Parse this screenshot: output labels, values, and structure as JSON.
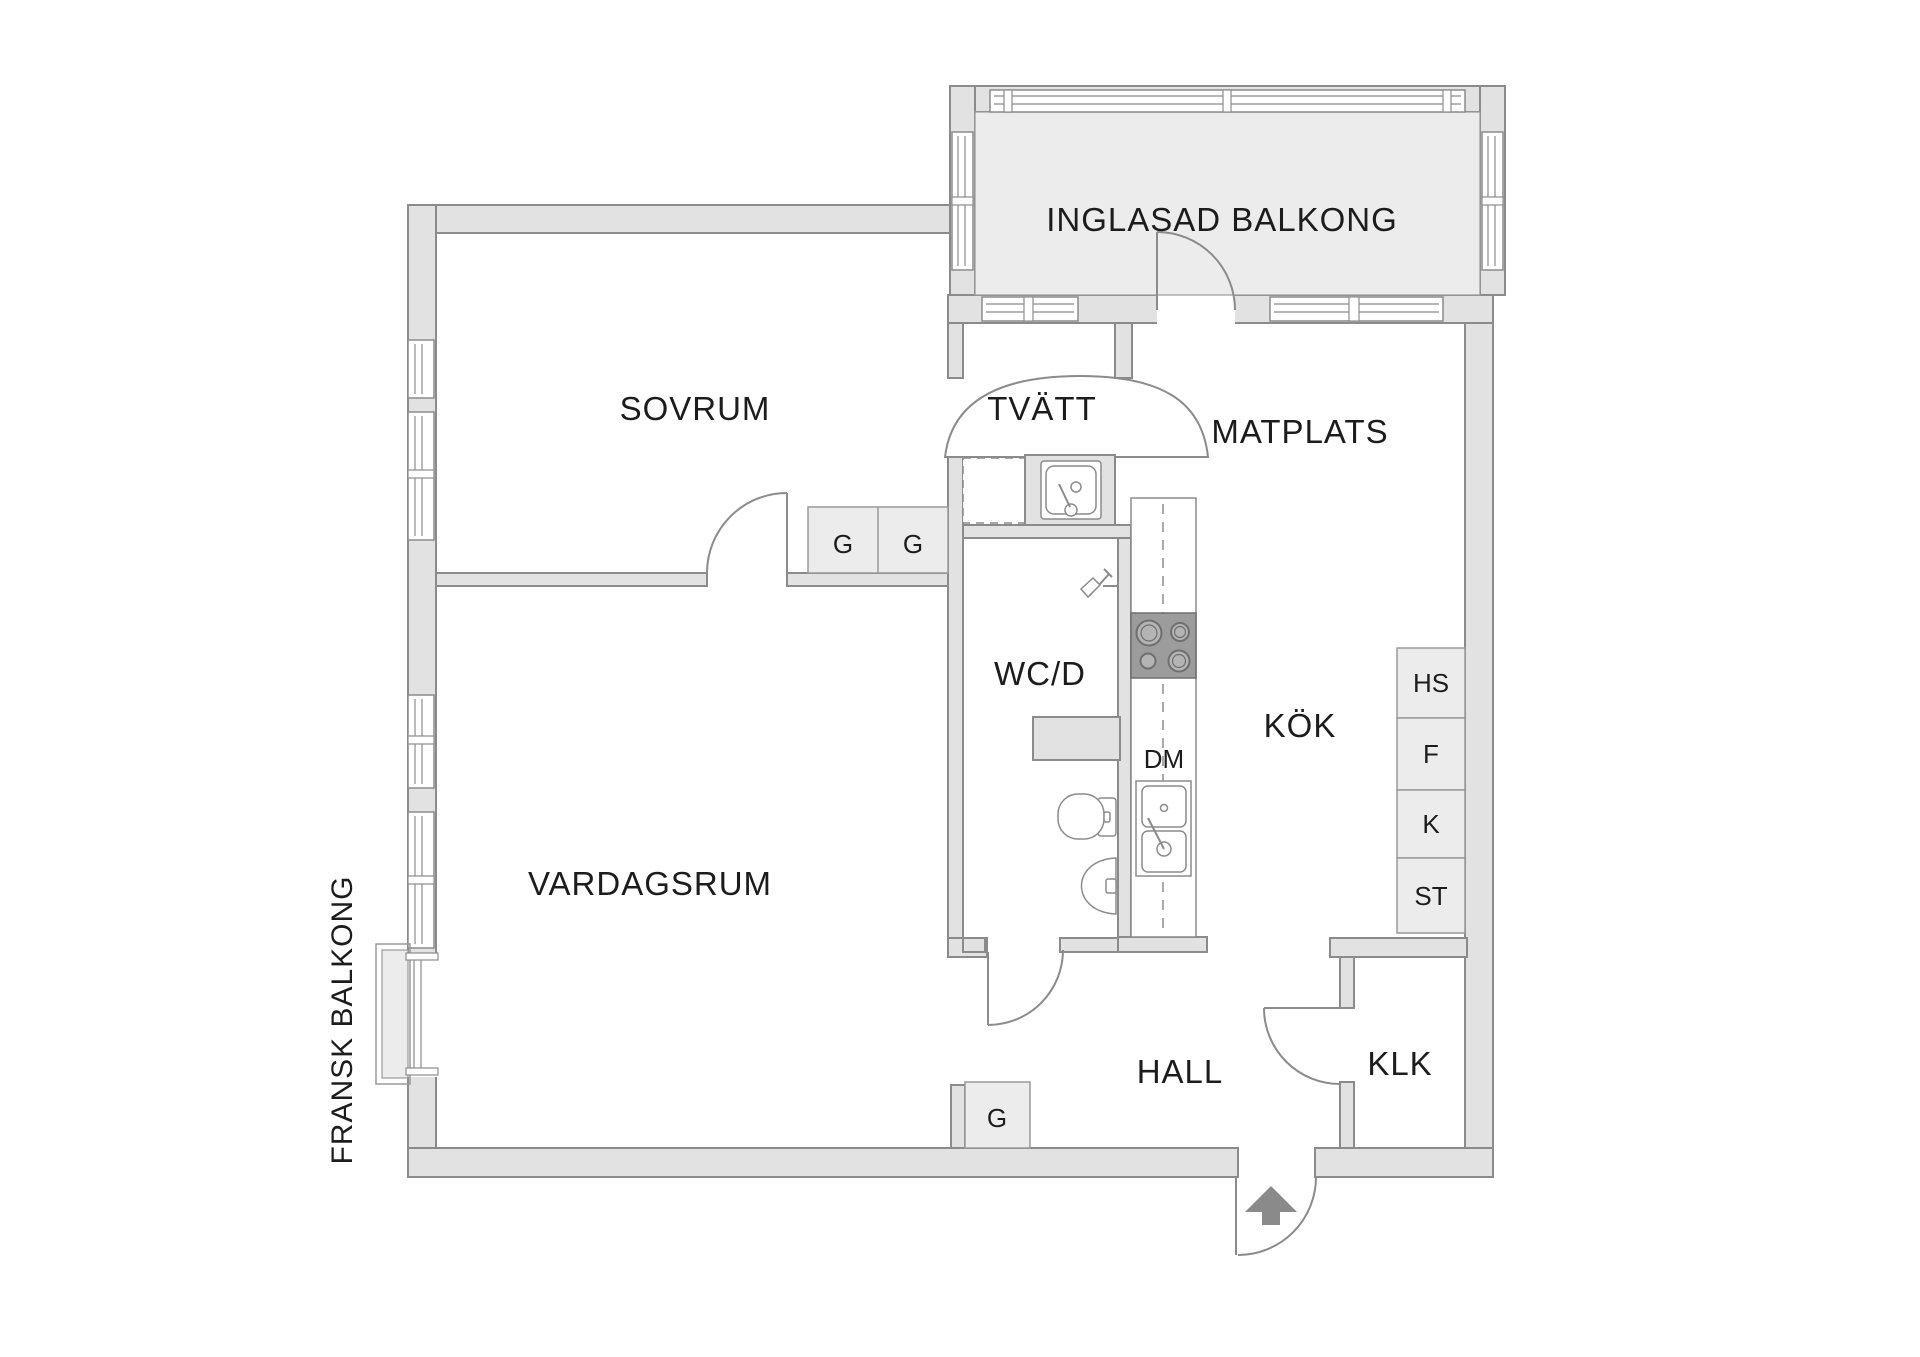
{
  "plan": {
    "rooms": {
      "bedroom": "SOVRUM",
      "living_room": "VARDAGSRUM",
      "laundry": "TVÄTT",
      "wc_shower": "WC/D",
      "dining_area": "MATPLATS",
      "kitchen": "KÖK",
      "hall": "HALL",
      "closet": "KLK",
      "glazed_balcony": "INGLASAD BALKONG",
      "french_balcony": "FRANSK BALKONG"
    },
    "labels": {
      "wardrobe": "G",
      "dishwasher": "DM",
      "appliances": [
        "HS",
        "F",
        "K",
        "ST"
      ]
    },
    "colors": {
      "wall_fill": "#e2e2e2",
      "wall_stroke": "#8b8b8b",
      "balcony_floor": "#ececec",
      "cabinet_fill": "#ececec",
      "stove_fill": "#9c9c9c",
      "arrow": "#8a8a8a",
      "text": "#1c1c1c",
      "background": "#ffffff"
    }
  }
}
